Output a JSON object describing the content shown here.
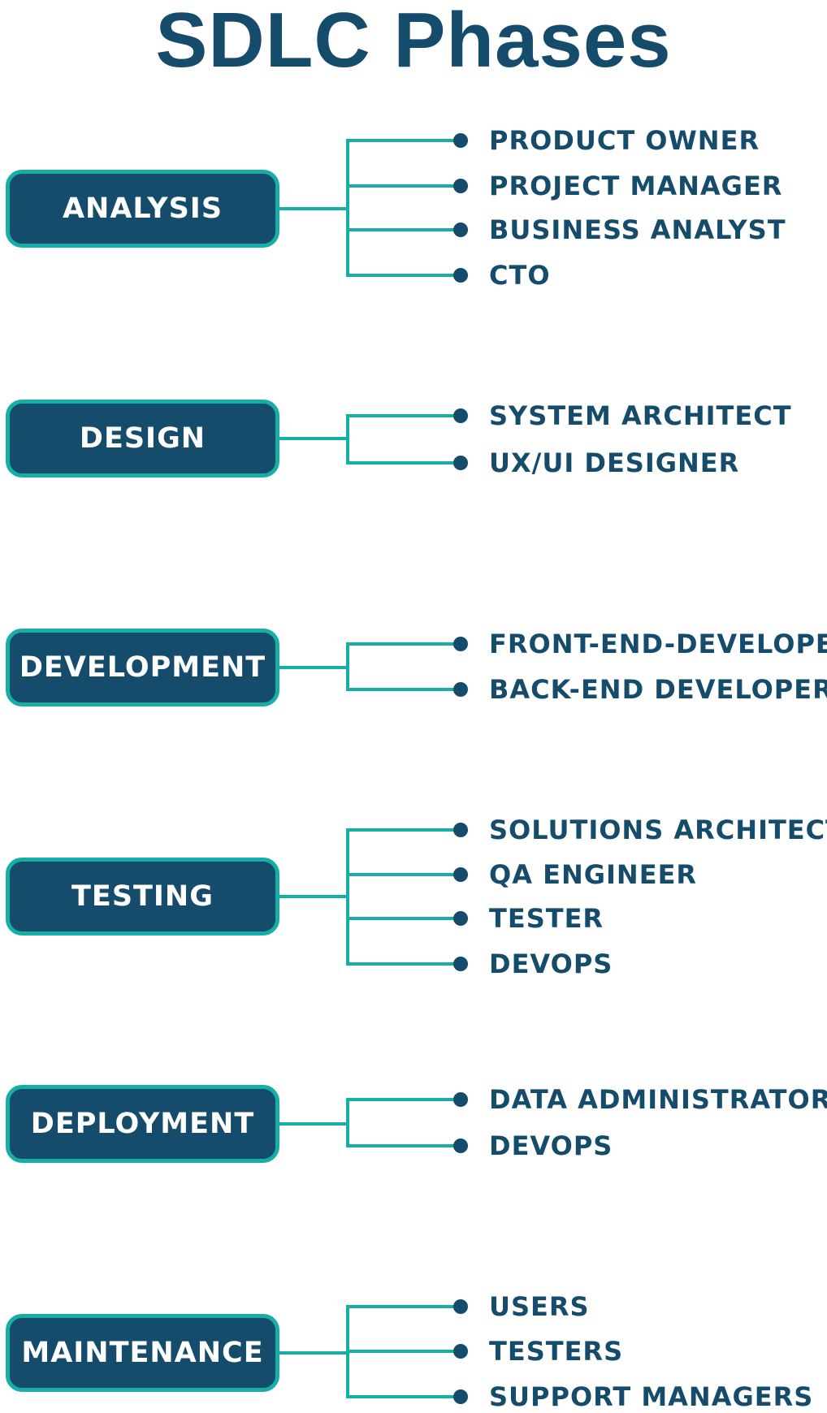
{
  "title": "SDLC Phases",
  "colors": {
    "title": "#154b6b",
    "box_fill": "#154b6b",
    "box_border": "#17aea5",
    "connector": "#17aea5",
    "bullet": "#154b6b",
    "role_text": "#154b6b"
  },
  "phases": [
    {
      "name": "ANALYSIS",
      "roles": [
        "PRODUCT OWNER",
        "PROJECT MANAGER",
        "BUSINESS ANALYST",
        "CTO"
      ]
    },
    {
      "name": "DESIGN",
      "roles": [
        "SYSTEM ARCHITECT",
        "UX/UI DESIGNER"
      ]
    },
    {
      "name": "DEVELOPMENT",
      "roles": [
        "FRONT-END-DEVELOPER",
        "BACK-END DEVELOPER"
      ]
    },
    {
      "name": "TESTING",
      "roles": [
        "SOLUTIONS ARCHITECT",
        "QA ENGINEER",
        "TESTER",
        "DEVOPS"
      ]
    },
    {
      "name": "DEPLOYMENT",
      "roles": [
        "DATA ADMINISTRATOR",
        "DEVOPS"
      ]
    },
    {
      "name": "MAINTENANCE",
      "roles": [
        "USERS",
        "TESTERS",
        "SUPPORT MANAGERS"
      ]
    }
  ]
}
